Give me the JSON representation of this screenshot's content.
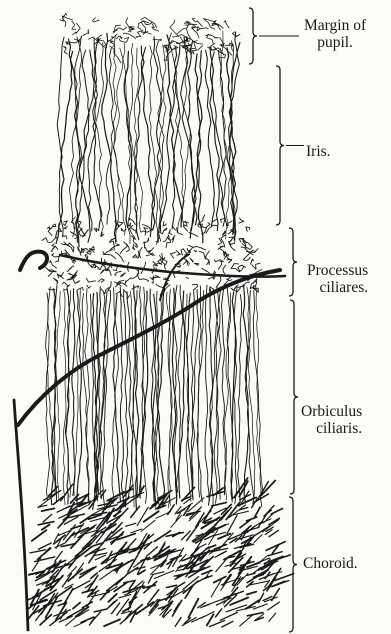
{
  "figure": {
    "labels": [
      {
        "id": "margin-of-pupil",
        "lines": [
          "Margin of",
          "pupil."
        ]
      },
      {
        "id": "iris",
        "lines": [
          "Iris."
        ]
      },
      {
        "id": "processus-ciliares",
        "lines": [
          "Processus",
          "ciliares."
        ]
      },
      {
        "id": "orbiculus-ciliaris",
        "lines": [
          "Orbiculus",
          "ciliaris."
        ]
      },
      {
        "id": "choroid",
        "lines": [
          "Choroid."
        ]
      }
    ],
    "ink_color": "#1a1a1a",
    "paper_color": "#fbfbf8"
  }
}
